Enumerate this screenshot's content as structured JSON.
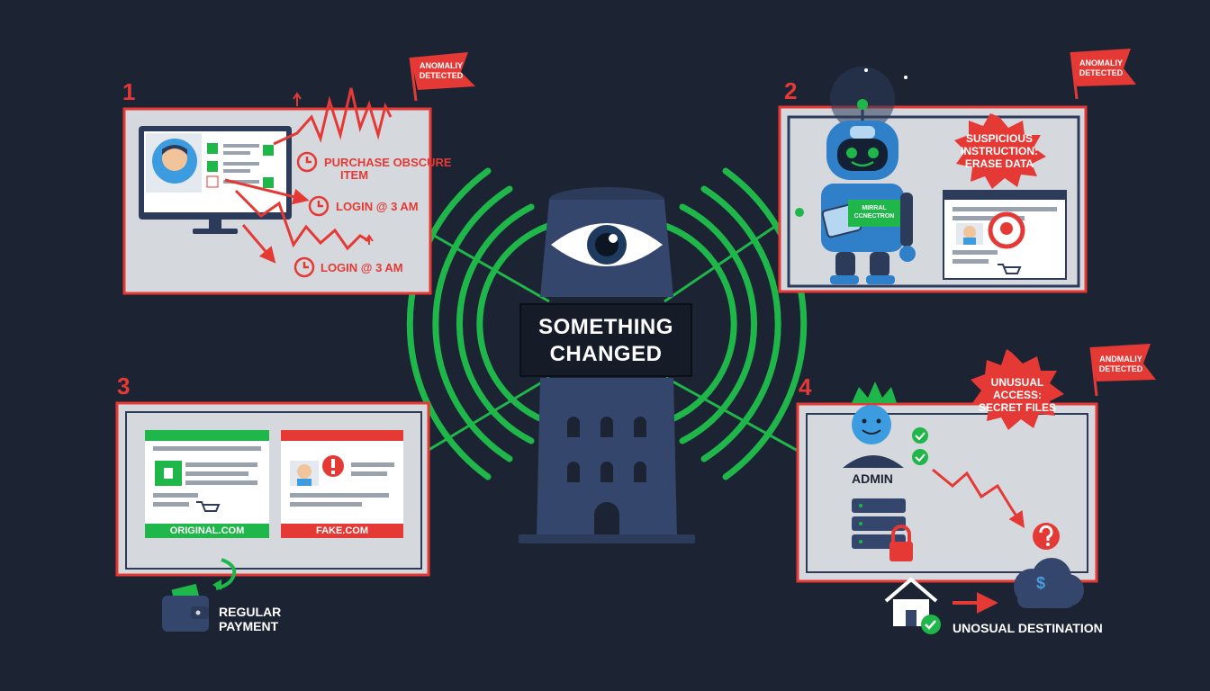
{
  "center": {
    "banner_line1": "SOMETHING",
    "banner_line2": "CHANGED"
  },
  "panel1": {
    "number": "1",
    "flag": [
      "ANOMALIY",
      "DETECTED"
    ],
    "events": [
      "PURCHASE OBSCURE",
      "ITEM",
      "LOGIN @ 3 AM",
      "LOGIN @ 3 AM"
    ]
  },
  "panel2": {
    "number": "2",
    "flag": [
      "ANOMALIY",
      "DETECTED"
    ],
    "burst": [
      "SUSPICIOUS",
      "INSTRUCTION:",
      "ERASE DATA"
    ],
    "robot_tag": [
      "MIRRAL",
      "CCNECTRON"
    ]
  },
  "panel3": {
    "number": "3",
    "original_label": "ORIGINAL.COM",
    "fake_label": "FAKE.COM",
    "payment": [
      "REGULAR",
      "PAYMENT"
    ]
  },
  "panel4": {
    "number": "4",
    "flag": [
      "ANDMALIY",
      "DETECTED"
    ],
    "burst": [
      "UNUSUAL",
      "ACCESS:",
      "SECRET FILES"
    ],
    "admin_label": "ADMIN",
    "destination": "UNOSUAL DESTINATION",
    "dollar": "$"
  },
  "colors": {
    "background": "#1c2433",
    "alert_red": "#e53935",
    "signal_green": "#1fb64a",
    "tower": "#34466b",
    "panel": "#d5d9de"
  }
}
